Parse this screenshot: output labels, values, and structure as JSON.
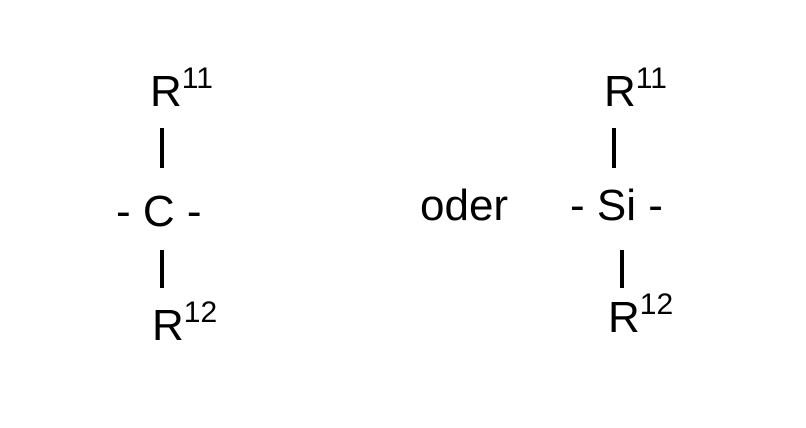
{
  "structure_carbon": {
    "top_substituent": "R",
    "top_superscript": "11",
    "center": "- C -",
    "bottom_substituent": "R",
    "bottom_superscript": "12"
  },
  "conjunction": "oder",
  "structure_silicon": {
    "top_substituent": "R",
    "top_superscript": "11",
    "center": "- Si -",
    "bottom_substituent": "R",
    "bottom_superscript": "12"
  }
}
